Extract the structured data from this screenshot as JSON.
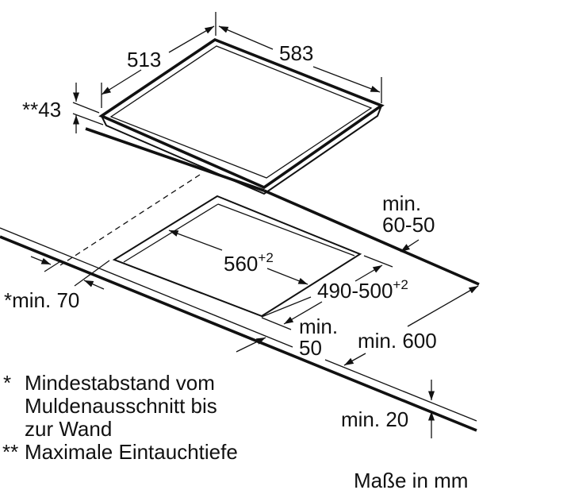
{
  "dimensions": {
    "hob_depth": "513",
    "hob_width": "583",
    "hob_height": "**43",
    "back_distance_line1": "min.",
    "back_distance_line2": "60-50",
    "cutout_width": "560",
    "cutout_width_tolerance": "+2",
    "cutout_depth": "490-500",
    "cutout_depth_tolerance": "+2",
    "side_distance": "*min. 70",
    "front_distance_line1": "min.",
    "front_distance_line2": "50",
    "worktop_depth": "min. 600",
    "worktop_thickness": "min. 20"
  },
  "footnotes": [
    {
      "marker": "*",
      "lines": [
        "Mindestabstand vom",
        "Muldenausschnitt bis",
        "zur Wand"
      ]
    },
    {
      "marker": "**",
      "lines": [
        "Maximale Eintauchtiefe"
      ]
    }
  ],
  "units_note": "Maße in mm"
}
